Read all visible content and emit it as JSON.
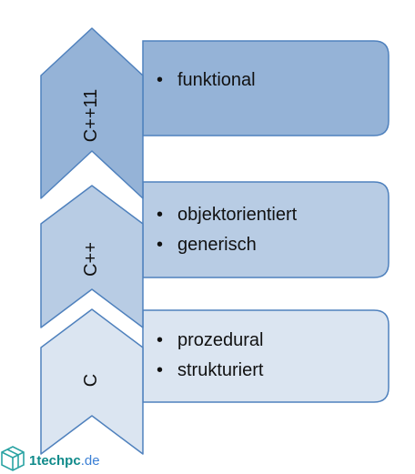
{
  "layers": [
    {
      "label": "C++11",
      "items": [
        "funktional"
      ],
      "chevron_color": "#95b3d7",
      "box_color": "#95b3d7"
    },
    {
      "label": "C++",
      "items": [
        "objektorientiert",
        "generisch"
      ],
      "chevron_color": "#b8cce4",
      "box_color": "#b8cce4"
    },
    {
      "label": "C",
      "items": [
        "prozedural",
        "strukturiert"
      ],
      "chevron_color": "#dbe5f1",
      "box_color": "#dbe5f1"
    }
  ],
  "colors": {
    "stroke": "#4f81bd"
  },
  "watermark": {
    "name": "1techpc",
    "suffix": ".de",
    "name_color": "#0f8a8a",
    "suffix_color": "#3a7fd5"
  }
}
